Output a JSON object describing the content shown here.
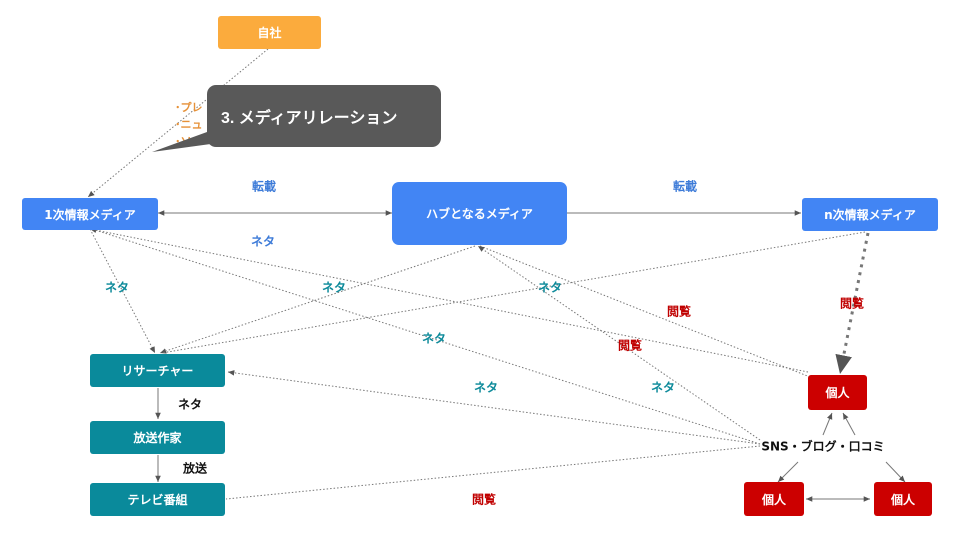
{
  "nodes": {
    "company": "自社",
    "primary_media": "1次情報メディア",
    "hub_media": "ハブとなるメディア",
    "nth_media": "n次情報メディア",
    "researcher": "リサーチャー",
    "broadcast_writer": "放送作家",
    "tv_program": "テレビ番組",
    "individual_top": "個人",
    "individual_left": "個人",
    "individual_right": "個人",
    "sns": "SNS・ブログ・口コミ"
  },
  "callout": {
    "title": "3. メディアリレーション",
    "partial_items": [
      "･プレ",
      "･ニュ",
      "･ソ"
    ]
  },
  "edge_labels": {
    "reprint_left": "転載",
    "reprint_right": "転載",
    "neta_primary_hub": "ネタ",
    "neta_primary_researcher": "ネタ",
    "neta_hub_researcher": "ネタ",
    "neta_sns_hub": "ネタ",
    "neta_sns_primary": "ネタ",
    "neta_sns_researcher": "ネタ",
    "neta_sns_hub_lower": "ネタ",
    "neta_researcher_writer": "ネタ",
    "broadcast_writer_tv": "放送",
    "view_primary": "閲覧",
    "view_hub": "閲覧",
    "view_nth": "閲覧",
    "view_tv": "閲覧"
  },
  "colors": {
    "company": "#fbab3d",
    "media": "#4285f4",
    "production": "#0a8a9b",
    "individual": "#cc0000",
    "callout": "#595959",
    "edge": "#777777"
  }
}
